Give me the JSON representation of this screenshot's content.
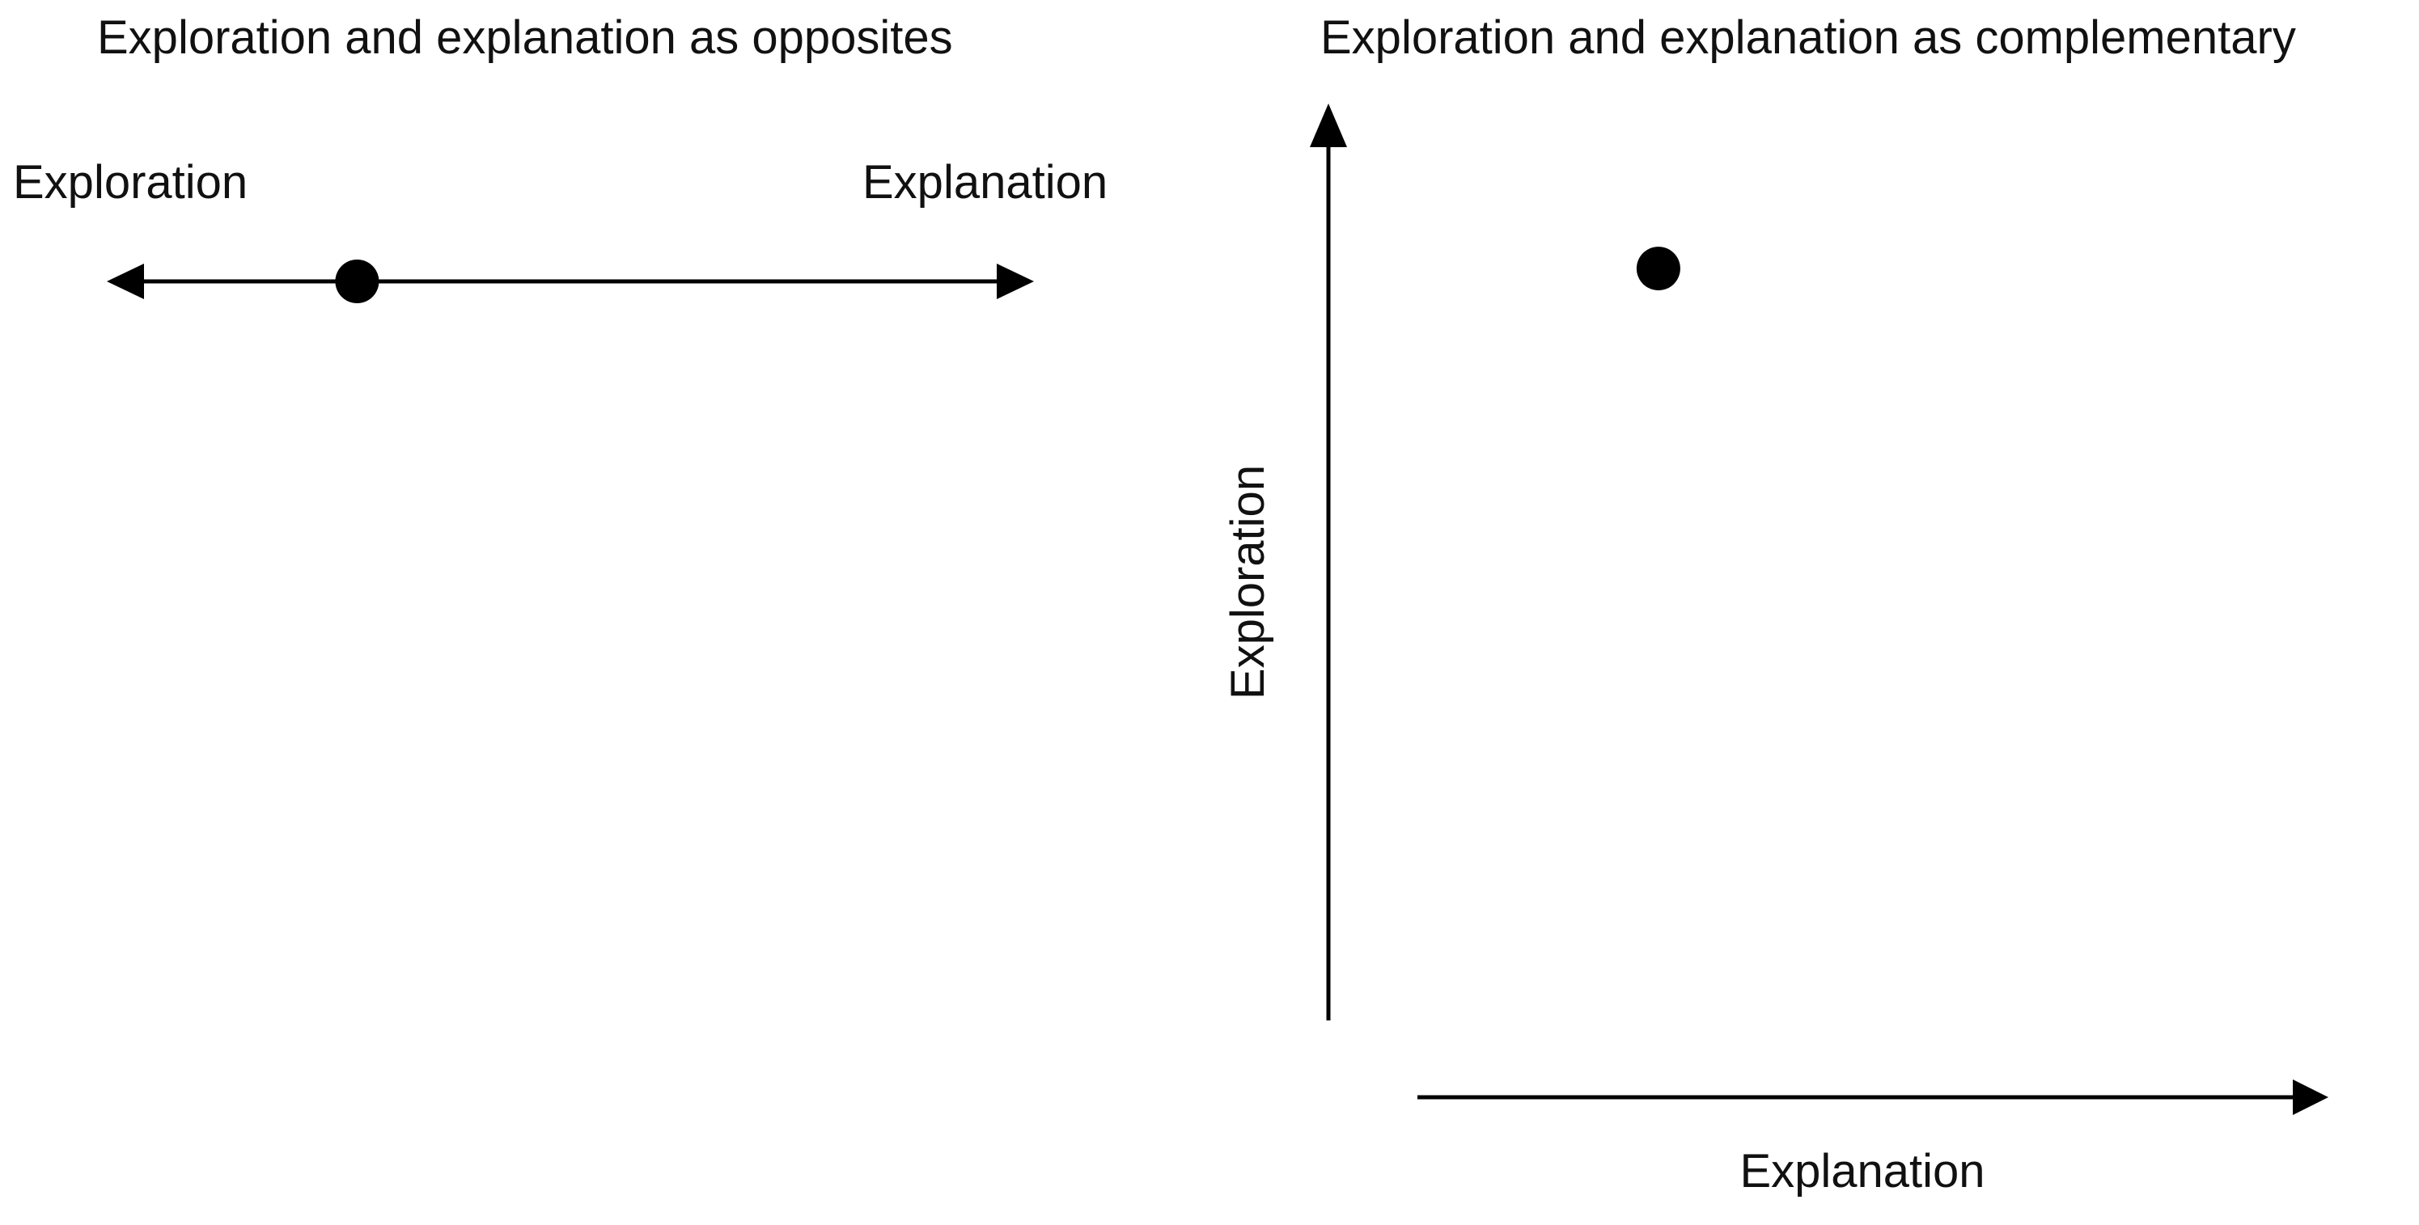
{
  "colors": {
    "ink": "#000000",
    "text": "#111111",
    "background": "#ffffff"
  },
  "left_panel": {
    "title": "Exploration and explanation as opposites",
    "left_end_label": "Exploration",
    "right_end_label": "Explanation",
    "marker_position_fraction": 0.27
  },
  "right_panel": {
    "title": "Exploration and explanation as complementary",
    "y_axis_label": "Exploration",
    "x_axis_label": "Explanation",
    "marker_explanation_fraction": 0.33,
    "marker_exploration_fraction": 0.82
  }
}
